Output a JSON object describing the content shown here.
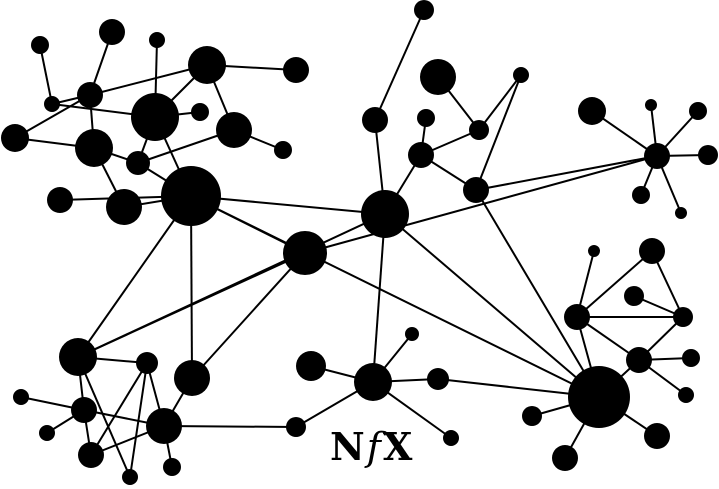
{
  "logo": {
    "n": "N",
    "f": "f",
    "x": "X"
  },
  "colors": {
    "node": "#000000",
    "edge": "#000000",
    "background": "#ffffff"
  },
  "icon": "network-graph"
}
